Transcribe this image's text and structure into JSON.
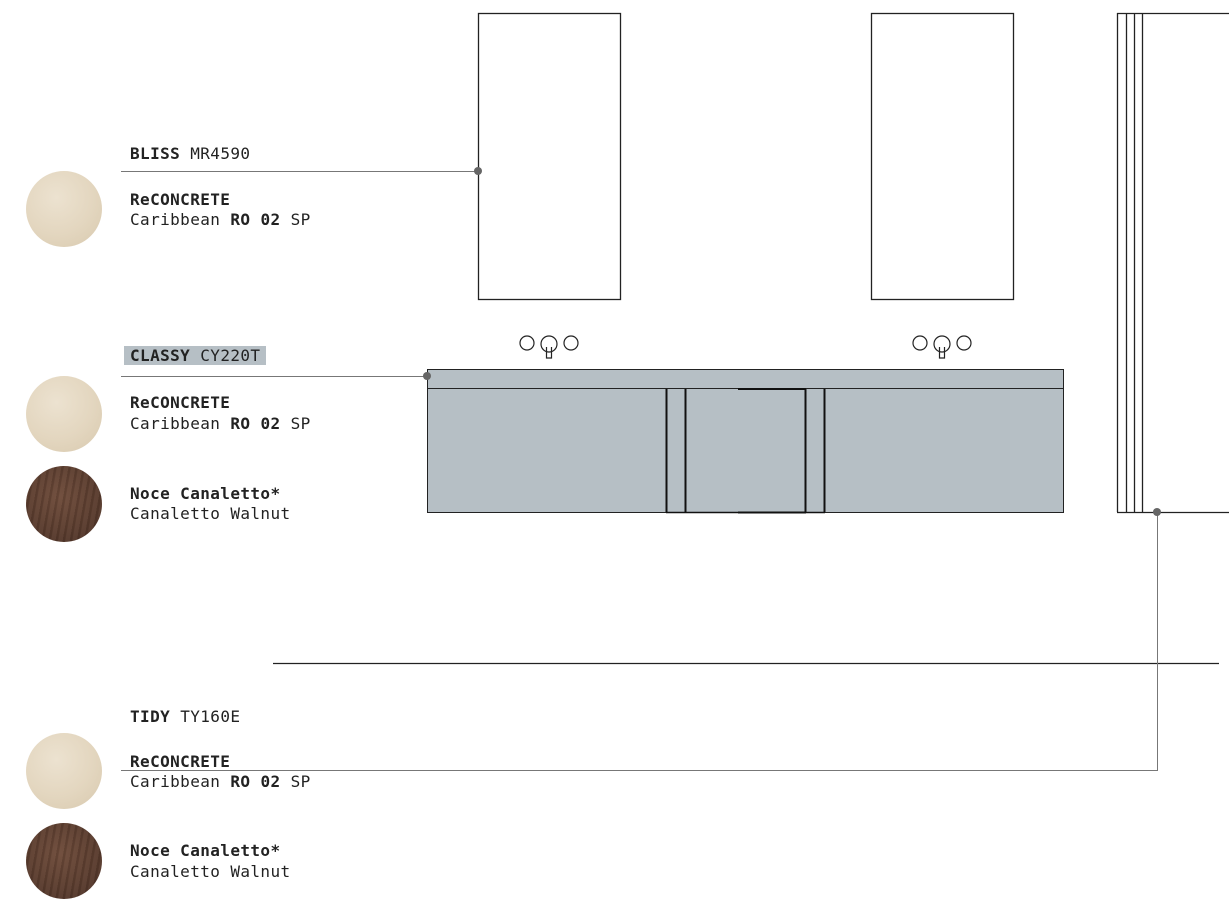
{
  "products": [
    {
      "name": "BLISS",
      "code": "MR4590",
      "finishes": [
        {
          "material": "ReCONCRETE",
          "color_prefix": "Caribbean",
          "color_code": "RO 02",
          "color_suffix": "SP",
          "swatch": "#e3d6bf"
        }
      ]
    },
    {
      "name": "CLASSY",
      "code": "CY220T",
      "finishes": [
        {
          "material": "ReCONCRETE",
          "color_prefix": "Caribbean",
          "color_code": "RO 02",
          "color_suffix": "SP",
          "swatch": "#e3d6bf"
        },
        {
          "material": "Noce Canaletto*",
          "color_prefix": "Canaletto Walnut",
          "swatch": "#5a3c2e"
        }
      ]
    },
    {
      "name": "TIDY",
      "code": "TY160E",
      "finishes": [
        {
          "material": "ReCONCRETE",
          "color_prefix": "Caribbean",
          "color_code": "RO 02",
          "color_suffix": "SP",
          "swatch": "#e3d6bf"
        },
        {
          "material": "Noce Canaletto*",
          "color_prefix": "Canaletto Walnut",
          "swatch": "#5a3c2e"
        }
      ]
    }
  ],
  "colors": {
    "vanity_fill": "#b6bfc5",
    "line": "#222222",
    "leader": "#777777",
    "highlight_tag": "#b6bfc5"
  },
  "icons": [
    "faucet-icon"
  ]
}
